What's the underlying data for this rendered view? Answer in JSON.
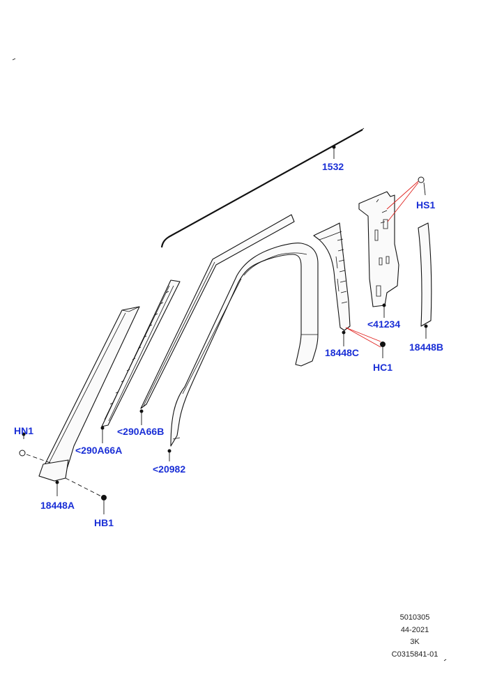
{
  "callouts": {
    "c1532": "1532",
    "hs1": "HS1",
    "c41234": "<41234",
    "c18448b": "18448B",
    "c18448c": "18448C",
    "hc1": "HC1",
    "c290a66b": "<290A66B",
    "hn1": "HN1",
    "c290a66a": "<290A66A",
    "c20982": "<20982",
    "c18448a": "18448A",
    "hb1": "HB1"
  },
  "meta": {
    "line1": "5010305",
    "line2": "44-2021",
    "line3": "3K",
    "line4": "C0315841-01"
  },
  "colors": {
    "callout": "#1a2fd6",
    "leader_red": "#e0201c",
    "line": "#111111"
  }
}
